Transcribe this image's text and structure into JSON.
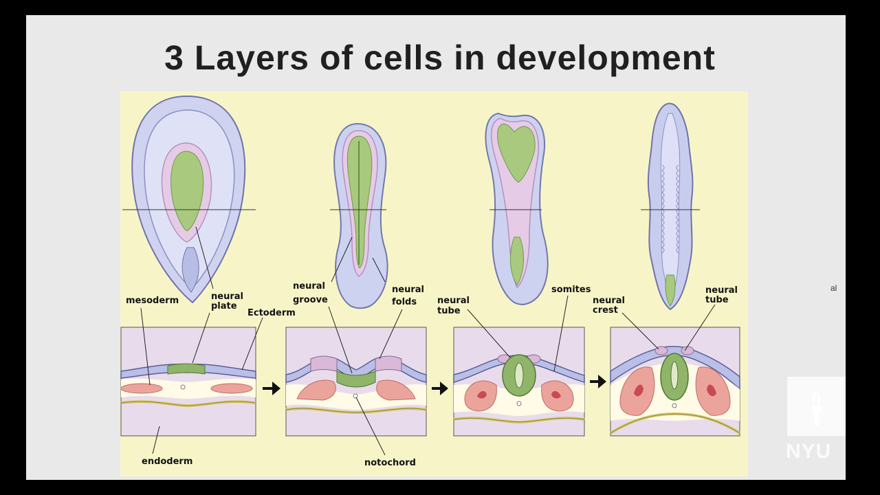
{
  "slide": {
    "title": "3 Layers of cells in development",
    "side_fragment": "al",
    "logo_text": "NYU"
  },
  "diagram": {
    "labels": {
      "mesoderm": "mesoderm",
      "neural_plate_1": "neural",
      "neural_plate_2": "plate",
      "ectoderm": "Ectoderm",
      "neural_groove_1": "neural",
      "neural_groove_2": "groove",
      "neural_folds_1": "neural",
      "neural_folds_2": "folds",
      "neural_tube_a1": "neural",
      "neural_tube_a2": "tube",
      "somites": "somites",
      "neural_crest_1": "neural",
      "neural_crest_2": "crest",
      "neural_tube_b1": "neural",
      "neural_tube_b2": "tube",
      "endoderm": "endoderm",
      "notochord": "notochord"
    },
    "colors": {
      "background": "#f7f5c8",
      "ectoderm": "#b9bfe6",
      "neural": "#8fb46a",
      "mesoderm": "#e79a94",
      "lilac": "#e6d3ea",
      "endoderm": "#d8c86a"
    }
  }
}
